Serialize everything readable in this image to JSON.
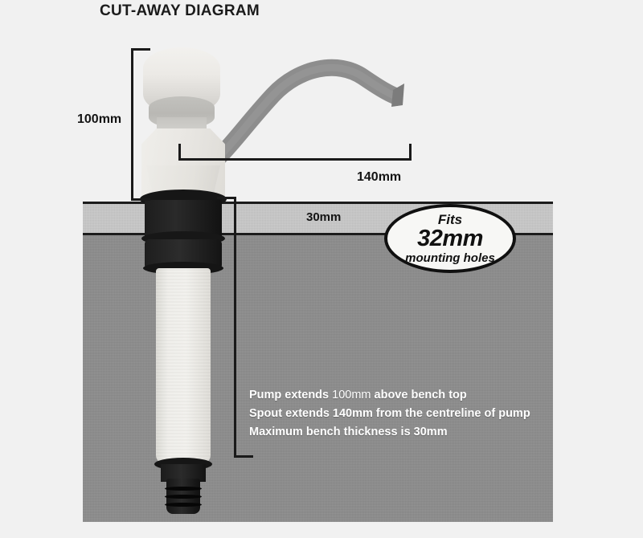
{
  "title": "CUT-AWAY DIAGRAM",
  "dimensions": {
    "height_label": "100mm",
    "reach_label": "140mm",
    "bench_thickness_label": "30mm"
  },
  "badge": {
    "line1": "Fits",
    "line2": "32mm",
    "line3": "mounting holes"
  },
  "specs": {
    "line1_a": "Pump extends ",
    "line1_b": "100mm",
    "line1_c": " above bench top",
    "line2": "Spout extends 140mm from the centreline of pump",
    "line3": "Maximum bench thickness is 30mm"
  },
  "colors": {
    "page_background": "#f1f1f1",
    "bench_slab": "#c9c9c9",
    "bench_under": "#8d8d8d",
    "outline": "#1c1c1c",
    "pump_body": "#eceae6",
    "spout": "#8a8a8a",
    "collar": "#1b1b1b",
    "badge_fill": "#f7f7f5",
    "spec_text": "#ffffff"
  }
}
